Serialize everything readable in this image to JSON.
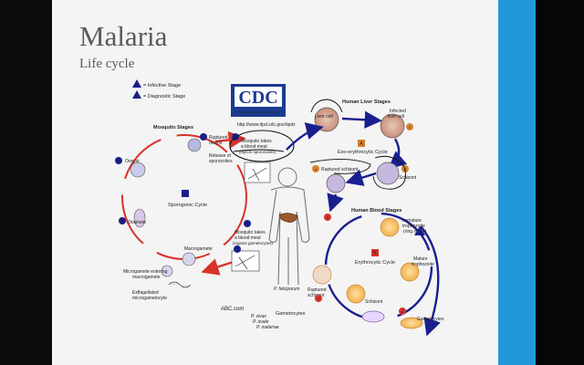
{
  "slide": {
    "title": "Malaria",
    "subtitle": "Life cycle"
  },
  "legend": {
    "infective": "= Infective Stage",
    "diagnostic": "= Diagnostic Stage"
  },
  "cdc": {
    "logo": "CDC",
    "tagline": "SAFER·HEALTHIER·PEOPLE™",
    "url": "http://www.dpd.cdc.gov/dpdx"
  },
  "mosquito": {
    "header": "Mosquito Stages",
    "ruptured_oocyst": [
      "Ruptured",
      "oocyst"
    ],
    "release": [
      "Release of",
      "sporozoites"
    ],
    "oocyst": "Oocyst",
    "sporogonic": "Sporogonic Cycle",
    "ookinete": "Ookinete",
    "macrogamete": "Macrogamete",
    "microgamete_entering": [
      "Microgamete entering",
      "macrogamete"
    ],
    "exflagellated": [
      "Exflagellated",
      "microgametocyte"
    ],
    "takes_meal_1": [
      "Mosquito takes",
      "a blood meal",
      "(injects sporozoites)"
    ],
    "takes_meal_8": [
      "Mosquito takes",
      "a blood meal",
      "(ingests gametocytes)"
    ]
  },
  "liver": {
    "header": "Human Liver Stages",
    "liver_cell": "Liver cell",
    "infected": [
      "Infected",
      "liver cell"
    ],
    "exo_cycle": "Exo-erythrocytic Cycle",
    "ruptured_schizont": "Ruptured schizont",
    "schizont": "Schizont"
  },
  "blood": {
    "header": "Human Blood Stages",
    "immature": [
      "immature",
      "trophozoite",
      "(ring stage)"
    ],
    "erythro_cycle": "Erythrocytic Cycle",
    "mature": [
      "Mature",
      "trophozoite"
    ],
    "schizont": "Schizont",
    "ruptured_schizont": [
      "Ruptured",
      "schizont"
    ],
    "gametocytes": "Gametocytes",
    "gametocytes_left": "Gametocytes",
    "falciparum": "P. falciparum",
    "species": [
      "P. vivax",
      "P. ovale",
      "P. malariae"
    ],
    "watermark": "ABC.com"
  },
  "markers": {
    "A": "A",
    "B": "B",
    "C": "C",
    "n1": "1",
    "n2": "2",
    "n3": "3",
    "n4": "4",
    "n5": "5",
    "n6": "6",
    "n7": "7",
    "n8": "8",
    "n9": "9",
    "n10": "10",
    "n11": "11",
    "n12": "12",
    "i": "i",
    "d": "d"
  },
  "colors": {
    "cycle_arrow": "#1a1f8f",
    "mosquito_arrow": "#d8322a",
    "slide_bg": "#f4f4f4",
    "accent_bar": "#2199d8"
  }
}
